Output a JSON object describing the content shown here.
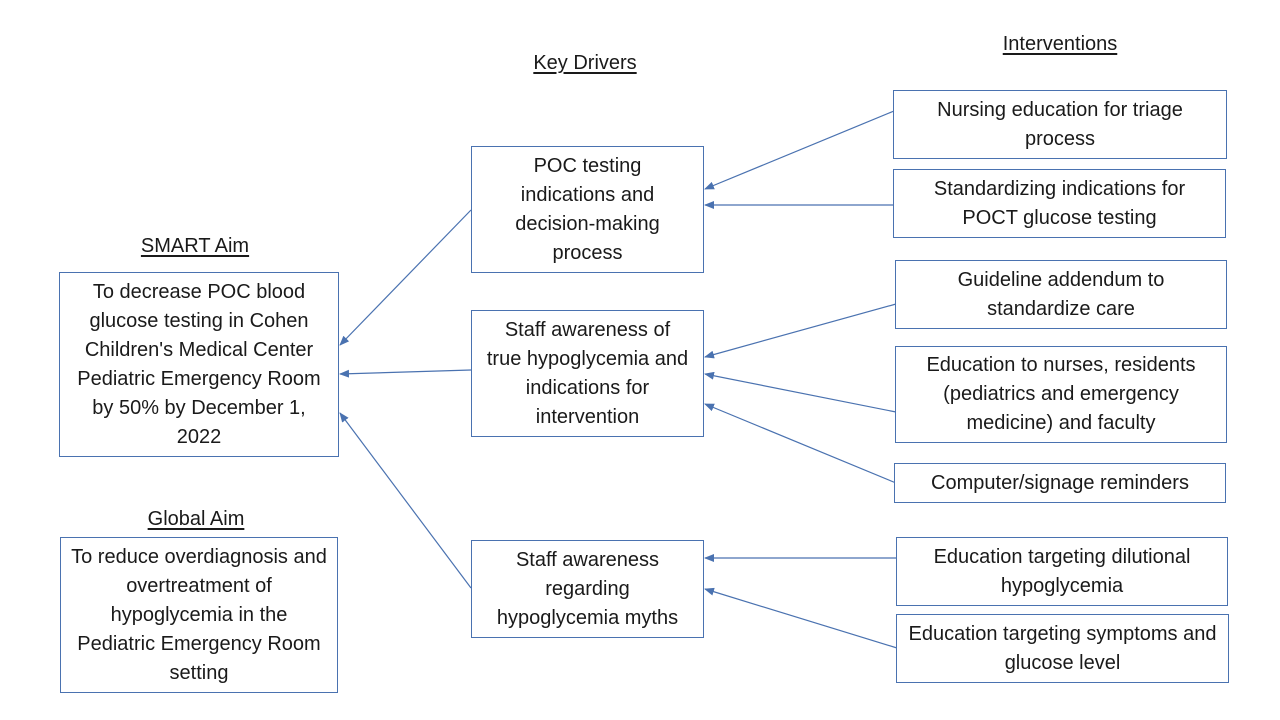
{
  "headings": {
    "smart_aim": "SMART Aim",
    "global_aim": "Global Aim",
    "key_drivers": "Key Drivers",
    "interventions": "Interventions"
  },
  "aims": {
    "smart": "To decrease POC blood glucose testing in Cohen Children's Medical Center Pediatric Emergency Room by 50% by December 1, 2022",
    "global": "To reduce overdiagnosis and overtreatment of hypoglycemia in the Pediatric Emergency Room setting"
  },
  "drivers": [
    "POC testing indications and decision-making process",
    "Staff awareness of true hypoglycemia and indications for intervention",
    "Staff awareness regarding hypoglycemia myths"
  ],
  "interventions": [
    "Nursing education for triage process",
    "Standardizing indications for POCT glucose testing",
    "Guideline addendum to standardize care",
    "Education to nurses, residents (pediatrics and emergency medicine) and faculty",
    "Computer/signage reminders",
    "Education targeting dilutional hypoglycemia",
    "Education targeting symptoms and glucose level"
  ],
  "colors": {
    "line": "#4a72b0"
  }
}
